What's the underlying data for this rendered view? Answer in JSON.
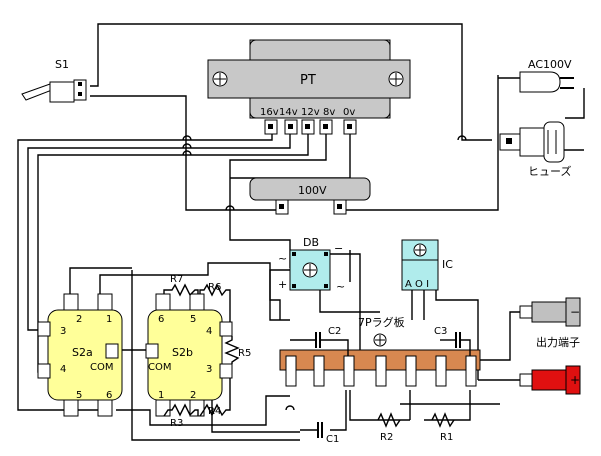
{
  "labels": {
    "s1": "S1",
    "ac": "AC100V",
    "pt": "PT",
    "pt_taps": [
      "16v",
      "14v",
      "12v",
      "8v",
      "0v"
    ],
    "primary": "100V",
    "fuse": "ヒューズ",
    "db": "DB",
    "ic": "IC",
    "ic_pins": "A O I",
    "s2a": "S2a",
    "s2b": "S2b",
    "com": "COM",
    "r1": "R1",
    "r2": "R2",
    "r3": "R3",
    "r4": "R4",
    "r5": "R5",
    "r6": "R6",
    "r7": "R7",
    "c1": "C1",
    "c2": "C2",
    "c3": "C3",
    "lug": "7Pラグ板",
    "output": "出力端子",
    "plus": "+",
    "minus": "−",
    "ac_tilde": "~"
  },
  "colors": {
    "transformer": "#c8c8c8",
    "switch": "#ffff99",
    "bridge": "#b0ecec",
    "lug_board": "#d88850",
    "out_red": "#e01010",
    "out_gray": "#c0c0c0"
  }
}
